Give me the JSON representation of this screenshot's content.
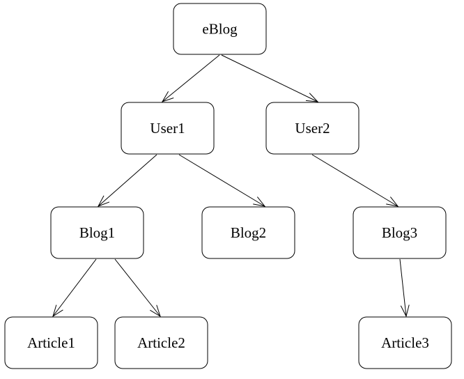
{
  "nodes": {
    "eblog": "eBlog",
    "user1": "User1",
    "user2": "User2",
    "blog1": "Blog1",
    "blog2": "Blog2",
    "blog3": "Blog3",
    "article1": "Article1",
    "article2": "Article2",
    "article3": "Article3"
  },
  "edges": [
    {
      "from": "eblog",
      "to": "user1"
    },
    {
      "from": "eblog",
      "to": "user2"
    },
    {
      "from": "user1",
      "to": "blog1"
    },
    {
      "from": "user1",
      "to": "blog2"
    },
    {
      "from": "user2",
      "to": "blog3"
    },
    {
      "from": "blog1",
      "to": "article1"
    },
    {
      "from": "blog1",
      "to": "article2"
    },
    {
      "from": "blog3",
      "to": "article3"
    }
  ],
  "colors": {
    "line": "#000000",
    "box_fill": "#ffffff"
  }
}
